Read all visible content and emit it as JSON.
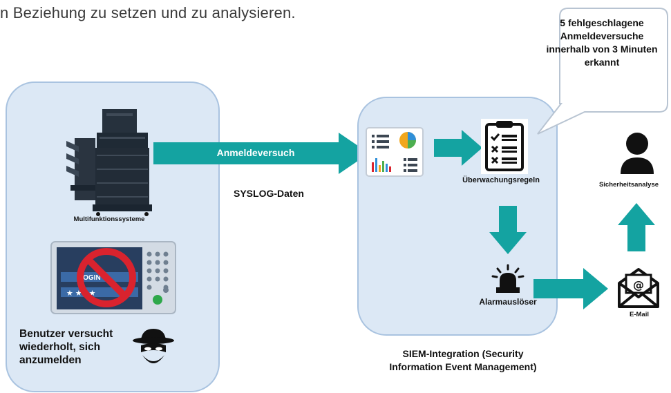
{
  "intro_text": "n Beziehung zu setzen und zu analysieren.",
  "devices": {
    "mfp_label": "Multifunktionssysteme",
    "panel_button_text": "LOGIN"
  },
  "user": {
    "label": "Benutzer versucht wiederholt, sich anzumelden"
  },
  "flow": {
    "arrow_label": "Anmeldeversuch",
    "syslog_label": "SYSLOG-Daten"
  },
  "siem": {
    "label": "SIEM-Integration (Security Information Event Management)",
    "rules_label": "Überwachungsregeln",
    "alarm_label": "Alarmauslöser"
  },
  "callout": {
    "text": "5 fehlgeschlagene Anmeldeversuche innerhalb von 3 Minuten erkannt"
  },
  "right": {
    "analyst_label": "Sicherheitsanalyse",
    "email_label": "E-Mail"
  },
  "colors": {
    "accent_teal": "#14a3a1",
    "box_fill": "#dce8f5",
    "box_border": "#a9c3e0",
    "prohibit_red": "#d9232e",
    "icon_dark": "#111111"
  }
}
